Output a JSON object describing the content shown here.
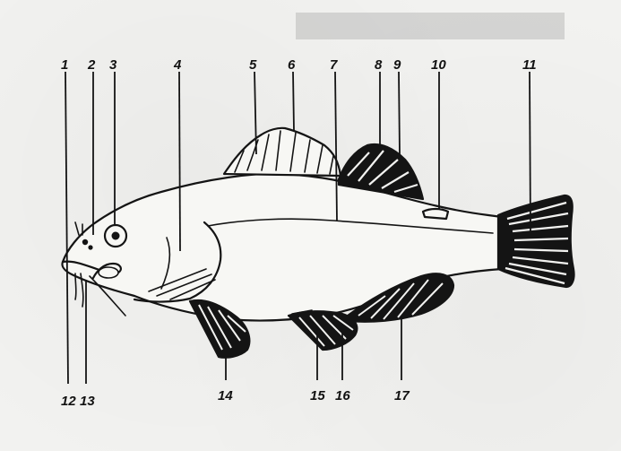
{
  "labels": {
    "top": [
      "1",
      "2",
      "3",
      "4",
      "5",
      "6",
      "7",
      "8",
      "9",
      "10",
      "11"
    ],
    "bottom": [
      "12",
      "13",
      "14",
      "15",
      "16",
      "17"
    ]
  }
}
